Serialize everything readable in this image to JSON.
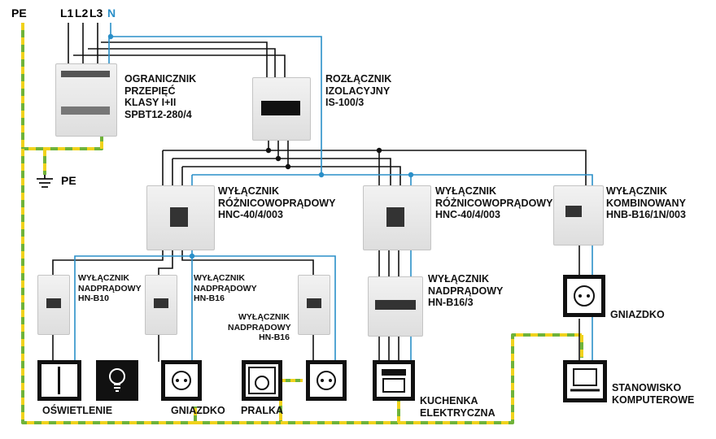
{
  "phases": {
    "pe": "PE",
    "l1": "L1",
    "l2": "L2",
    "l3": "L3",
    "n": "N"
  },
  "ground_label": "PE",
  "devices": {
    "surge": [
      "OGRANICZNIK",
      "PRZEPIĘĆ",
      "KLASY I+II",
      "SPBT12-280/4"
    ],
    "isolator": [
      "ROZŁĄCZNIK",
      "IZOLACYJNY",
      "IS-100/3"
    ],
    "rcd1": [
      "WYŁĄCZNIK",
      "RÓŻNICOWOPRĄDOWY",
      "HNC-40/4/003"
    ],
    "rcd2": [
      "WYŁĄCZNIK",
      "RÓŻNICOWOPRĄDOWY",
      "HNC-40/4/003"
    ],
    "combo": [
      "WYŁĄCZNIK",
      "KOMBINOWANY",
      "HNB-B16/1N/003"
    ],
    "mcb1": [
      "WYŁĄCZNIK",
      "NADPRĄDOWY",
      "HN-B10"
    ],
    "mcb2": [
      "WYŁĄCZNIK",
      "NADPRĄDOWY",
      "HN-B16"
    ],
    "mcb3": [
      "WYŁĄCZNIK",
      "NADPRĄDOWY",
      "HN-B16"
    ],
    "mcb4": [
      "WYŁĄCZNIK",
      "NADPRĄDOWY",
      "HN-B16/3"
    ]
  },
  "loads": {
    "lighting": "OŚWIETLENIE",
    "socket1": "GNIAZDKO",
    "washer": "PRALKA",
    "stove": [
      "KUCHENKA",
      "ELEKTRYCZNA"
    ],
    "socket2": "GNIAZDKO",
    "computer": [
      "STANOWISKO",
      "KOMPUTEROWE"
    ]
  },
  "colors": {
    "phase_wire": "#111111",
    "neutral_wire": "#2a8fc8",
    "pe_green": "#6fb33a",
    "pe_yellow": "#f0d21c"
  }
}
